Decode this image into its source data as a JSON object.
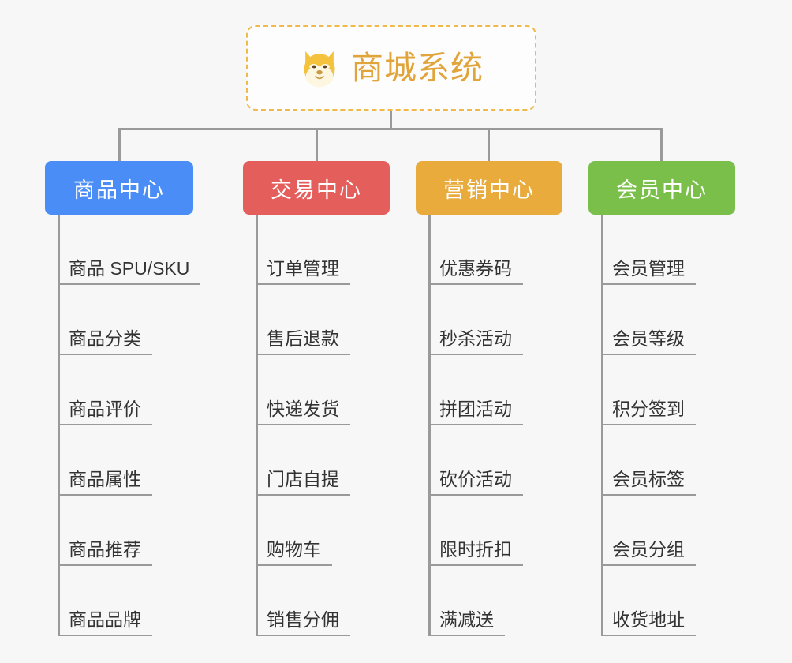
{
  "page": {
    "background_color": "#f7f7f7",
    "line_color": "#9a9a9a",
    "leaf_text_color": "#333333"
  },
  "root": {
    "title": "商城系统",
    "icon": "shiba-dog-face-icon",
    "border_color": "#f0b94a",
    "text_color": "#e0a43a",
    "background_color": "#fdfdfd"
  },
  "columns": [
    {
      "title": "商品中心",
      "color": "#4a8df6",
      "items": [
        "商品 SPU/SKU",
        "商品分类",
        "商品评价",
        "商品属性",
        "商品推荐",
        "商品品牌"
      ]
    },
    {
      "title": "交易中心",
      "color": "#e45e5c",
      "items": [
        "订单管理",
        "售后退款",
        "快递发货",
        "门店自提",
        "购物车",
        "销售分佣"
      ]
    },
    {
      "title": "营销中心",
      "color": "#e9ab3c",
      "items": [
        "优惠券码",
        "秒杀活动",
        "拼团活动",
        "砍价活动",
        "限时折扣",
        "满减送"
      ]
    },
    {
      "title": "会员中心",
      "color": "#79bf4a",
      "items": [
        "会员管理",
        "会员等级",
        "积分签到",
        "会员标签",
        "会员分组",
        "收货地址"
      ]
    }
  ]
}
